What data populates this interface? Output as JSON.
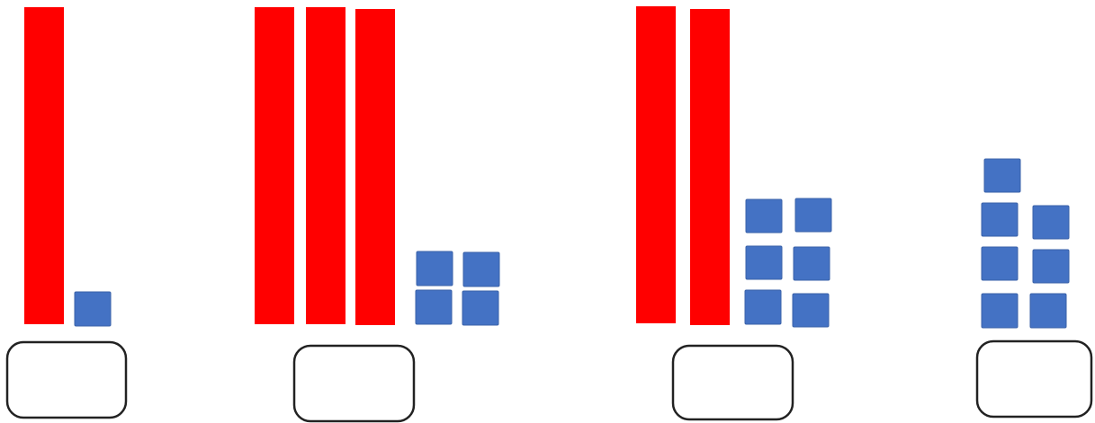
{
  "problems": [
    {
      "tens": 1,
      "ones": 1,
      "answer": ""
    },
    {
      "tens": 3,
      "ones": 4,
      "answer": ""
    },
    {
      "tens": 2,
      "ones": 6,
      "answer": ""
    },
    {
      "tens": 0,
      "ones": 7,
      "answer": ""
    }
  ],
  "colors": {
    "tens_rod": "#ff0000",
    "ones_cube": "#4472c4",
    "answer_box_border": "#222222",
    "background": "#ffffff"
  }
}
